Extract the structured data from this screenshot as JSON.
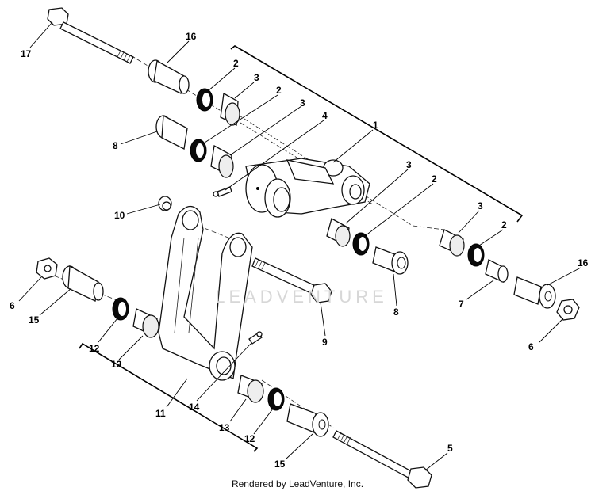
{
  "footer": "Rendered by LeadVenture, Inc.",
  "watermark": "LEADVENTURE",
  "callouts": {
    "c17": "17",
    "c16a": "16",
    "c2a": "2",
    "c3a": "3",
    "c2b": "2",
    "c3b": "3",
    "c4": "4",
    "c1": "1",
    "c8a": "8",
    "c10": "10",
    "c3c": "3",
    "c2c": "2",
    "c3d": "3",
    "c2d": "2",
    "c16b": "16",
    "c7": "7",
    "c8b": "8",
    "c9": "9",
    "c6a": "6",
    "c15a": "15",
    "c12a": "12",
    "c13a": "13",
    "c11": "11",
    "c14": "14",
    "c13b": "13",
    "c12b": "12",
    "c15b": "15",
    "c5": "5",
    "c6b": "6"
  }
}
